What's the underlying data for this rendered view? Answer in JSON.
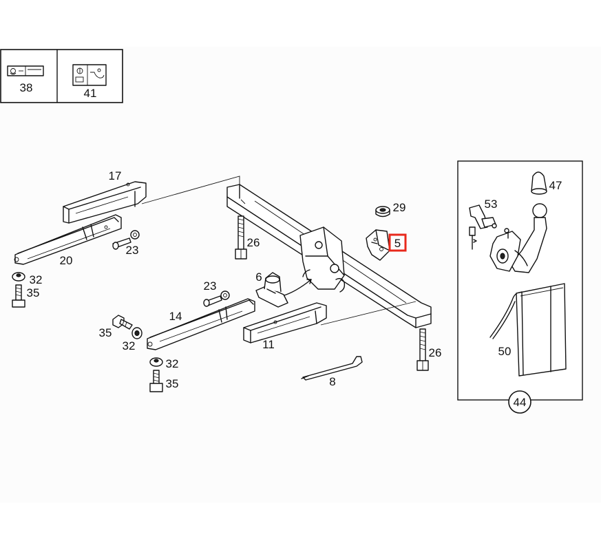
{
  "legend": {
    "cell1_number": "38",
    "cell2_number": "41"
  },
  "parts": {
    "p17": "17",
    "p20": "20",
    "p23a": "23",
    "p23b": "23",
    "p32a": "32",
    "p35a": "35",
    "p26a": "26",
    "p26b": "26",
    "p6": "6",
    "p29": "29",
    "p5": "5",
    "p14": "14",
    "p35b": "35",
    "p32b": "32",
    "p32c": "32",
    "p35c": "35",
    "p11": "11",
    "p8": "8",
    "p53": "53",
    "p47": "47",
    "p50": "50",
    "p44": "44"
  },
  "highlight_color": "#e8291c"
}
